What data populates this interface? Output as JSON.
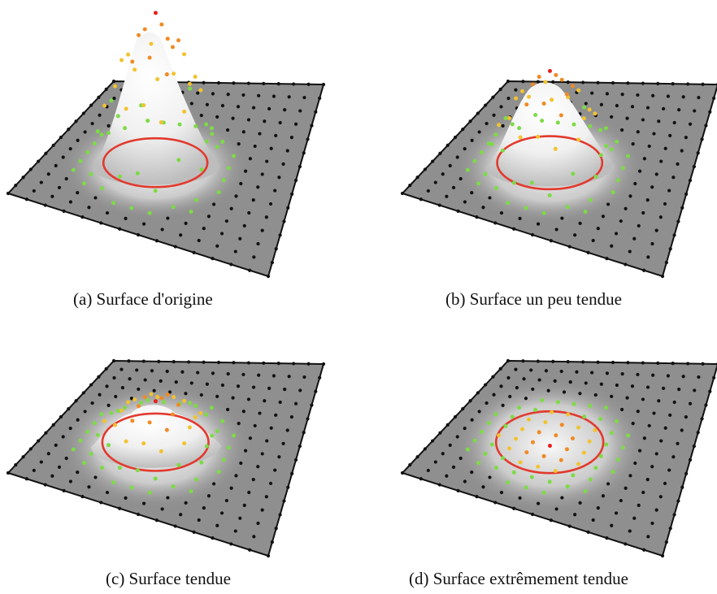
{
  "panels": [
    {
      "id": "a",
      "caption": "(a) Surface d'origine",
      "tension": 0.0
    },
    {
      "id": "b",
      "caption": "(b) Surface un peu tendue",
      "tension": 0.33
    },
    {
      "id": "c",
      "caption": "(c) Surface tendue",
      "tension": 0.66
    },
    {
      "id": "d",
      "caption": "(d) Surface extrêmement tendue",
      "tension": 1.0
    }
  ],
  "colors": {
    "background": "#ffffff",
    "plane": "#8f8f8f",
    "plane_edge": "#111111",
    "grid_point": "#111111",
    "boundary_curve": "#e23a2e",
    "point_near": "#7ddb45",
    "point_mid": "#f2c230",
    "point_high": "#f08a24",
    "point_peak": "#e8201a"
  }
}
